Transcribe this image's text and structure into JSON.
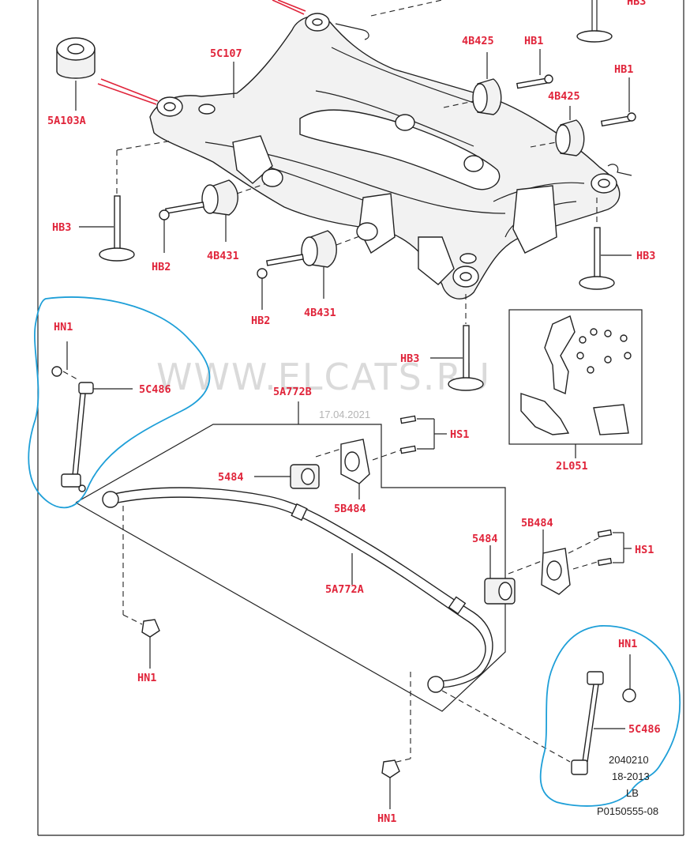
{
  "watermark": "WWW.ELCATS.RU",
  "date_stamp": "17.04.2021",
  "labels": {
    "hb3_top": "HB3",
    "hb1_a": "HB1",
    "hb1_b": "HB1",
    "p4b425_a": "4B425",
    "p4b425_b": "4B425",
    "p5c107": "5C107",
    "p5a103a": "5A103A",
    "hb3_left": "HB3",
    "hb2_a": "HB2",
    "p4b431_a": "4B431",
    "hb2_b": "HB2",
    "p4b431_b": "4B431",
    "hb3_right": "HB3",
    "hb3_mid": "HB3",
    "hn1_topleft": "HN1",
    "p5c486_left": "5C486",
    "p5a772b": "5A772B",
    "hs1_a": "HS1",
    "p5484_a": "5484",
    "p5b484_a": "5B484",
    "p2l051": "2L051",
    "p5b484_b": "5B484",
    "p5484_b": "5484",
    "hs1_b": "HS1",
    "p5a772a": "5A772A",
    "hn1_mid": "HN1",
    "hn1_right": "HN1",
    "p5c486_right": "5C486",
    "hn1_bottom": "HN1"
  },
  "info_block": {
    "line1": "2040210",
    "line2": "18-2013",
    "line3": "LB",
    "line4": "P0150555-08"
  }
}
